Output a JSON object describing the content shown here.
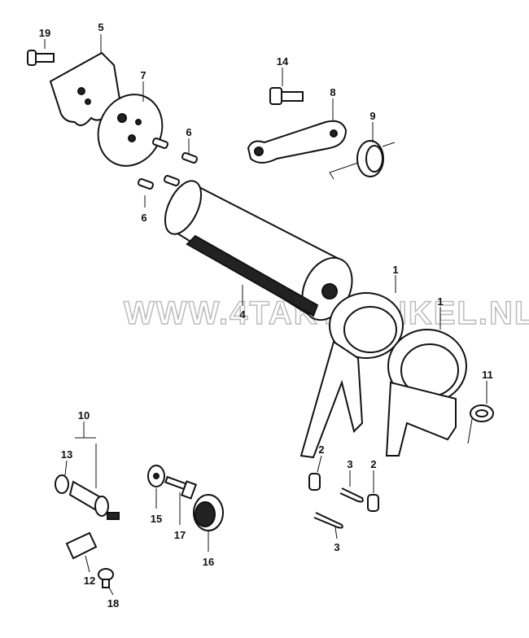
{
  "watermark": "WWW.4TAKTWINKEL.NL",
  "callouts": {
    "c19": "19",
    "c5": "5",
    "c7": "7",
    "c6a": "6",
    "c6b": "6",
    "c14": "14",
    "c8": "8",
    "c9": "9",
    "c4": "4",
    "c1a": "1",
    "c1b": "1",
    "c11": "11",
    "c10": "10",
    "c13": "13",
    "c2a": "2",
    "c3a": "3",
    "c2b": "2",
    "c3b": "3",
    "c15": "15",
    "c17": "17",
    "c16": "16",
    "c12": "12",
    "c18": "18"
  }
}
